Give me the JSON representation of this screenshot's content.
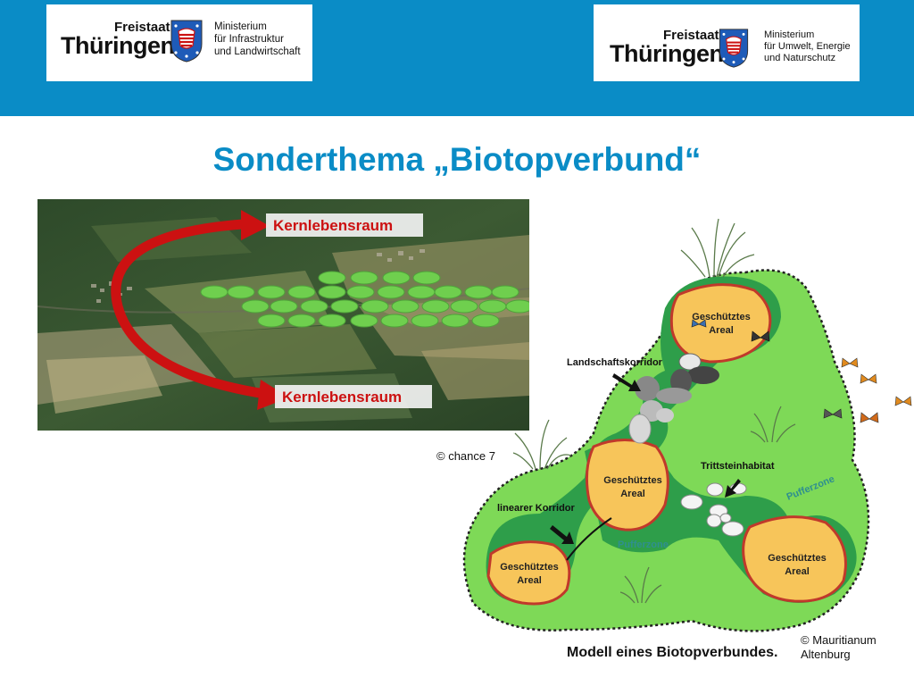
{
  "header": {
    "logo_left": {
      "freistaat": "Freistaat",
      "thueringen": "Thüringen",
      "ministry_lines": [
        "Ministerium",
        "für Infrastruktur",
        "und Landwirtschaft"
      ]
    },
    "logo_right": {
      "freistaat": "Freistaat",
      "thueringen": "Thüringen",
      "ministry_lines": [
        "Ministerium",
        "für Umwelt, Energie",
        "und Naturschutz"
      ]
    }
  },
  "title": "Sonderthema „Biotopverbund“",
  "aerial_photo": {
    "label_top": "Kernlebensraum",
    "label_bottom": "Kernlebensraum",
    "credit": "© chance 7"
  },
  "diagram": {
    "areas": [
      {
        "line1": "Geschütztes",
        "line2": "Areal"
      },
      {
        "line1": "Geschütztes",
        "line2": "Areal"
      },
      {
        "line1": "Geschütztes",
        "line2": "Areal"
      },
      {
        "line1": "Geschütztes",
        "line2": "Areal"
      }
    ],
    "labels": {
      "landschaftskorridor": "Landschaftskorridor",
      "trittsteinhabitat": "Trittsteinhabitat",
      "linearer_korridor": "linearer Korridor",
      "pufferzone_1": "Pufferzone",
      "pufferzone_2": "Pufferzone"
    },
    "caption": "Modell eines Biotopverbundes.",
    "credit_lines": [
      "© Mauritianum",
      "Altenburg"
    ]
  },
  "colors": {
    "header_blue": "#0a8cc6",
    "title_blue": "#0a8cc6",
    "buffer_green": "#7ed957",
    "corridor_green": "#2e9e4a",
    "area_yellow": "#f7c55a",
    "arrow_red": "#cc1111"
  }
}
